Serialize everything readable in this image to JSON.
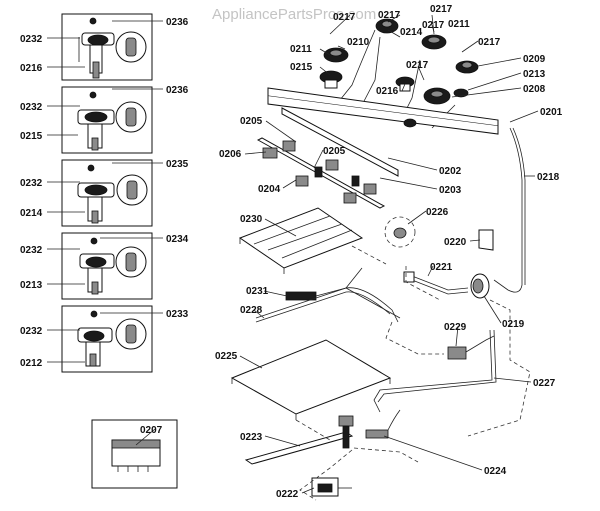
{
  "watermark": "AppliancePartsPros.com",
  "labels": {
    "l0236a": "0236",
    "l0232a": "0232",
    "l0216": "0216",
    "l0236b": "0236",
    "l0232b": "0232",
    "l0215": "0215",
    "l0235": "0235",
    "l0232c": "0232",
    "l0214": "0214",
    "l0234": "0234",
    "l0232d": "0232",
    "l0213": "0213",
    "l0233": "0233",
    "l0232e": "0232",
    "l0212": "0212",
    "l0207": "0207",
    "l0217a": "0217",
    "l0217b": "0217",
    "l0217c": "0217",
    "l0217d": "0217",
    "l0217e": "0217",
    "l0210": "0210",
    "l0214m": "0214",
    "l0211a": "0211",
    "l0211b": "0211",
    "l0215m": "0215",
    "l0209": "0209",
    "l0213m": "0213",
    "l0208": "0208",
    "l0216m": "0216",
    "l0201": "0201",
    "l0205a": "0205",
    "l0205b": "0205",
    "l0206": "0206",
    "l0202": "0202",
    "l0204": "0204",
    "l0203": "0203",
    "l0218": "0218",
    "l0230": "0230",
    "l0226": "0226",
    "l0220": "0220",
    "l0221": "0221",
    "l0231": "0231",
    "l0219": "0219",
    "l0228": "0228",
    "l0229": "0229",
    "l0225": "0225",
    "l0227": "0227",
    "l0223": "0223",
    "l0224": "0224",
    "l0222": "0222"
  }
}
